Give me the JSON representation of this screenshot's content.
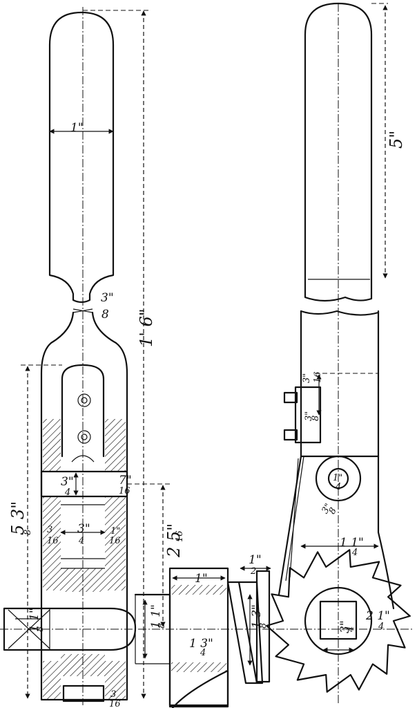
{
  "labels": {
    "handle_width": "1\"",
    "neck_top": "3\"",
    "neck_bottom": "8",
    "overall_length": "1' 6\"",
    "handle_length": "5\"",
    "left_height": "5 3\"",
    "left_height_frac": "8",
    "slot_three_quarter": "3\"",
    "slot_three_quarter_den": "4",
    "slot_seven_sixteenth": "7\"",
    "slot_seven_sixteenth_den": "16",
    "side_thickness": "3\"",
    "side_thickness_den": "16",
    "inner_three_quarter": "3\"",
    "inner_three_quarter_den": "4",
    "vertical_offset": "2 5\"",
    "vertical_offset_den": "16",
    "pin_dia": "1 1\"",
    "pin_dia_den": "8",
    "sleeve_width": "1\"",
    "hub_dia": "1 1\"",
    "hub_dia_den": "8",
    "hub_length": "1 3\"",
    "hub_length_den": "4",
    "washer_half": "1\"",
    "washer_half_den": "2",
    "washer_dia": "1 3\"",
    "washer_dia_den": "8",
    "base_three_sixteenth": "3",
    "base_three_sixteenth_den": "16",
    "pawl_three_sixteenth": "3\"",
    "pawl_three_sixteenth_den": "16",
    "pawl_three_eighth": "3\"",
    "pawl_three_eighth_den": "8",
    "eye_dia": "1\"",
    "eye_dia_den": "4",
    "eye_offset": "3\"",
    "eye_offset_den": "8",
    "arm_width": "1 1\"",
    "arm_width_den": "4",
    "square_hole": "3\"",
    "square_hole_den": "4",
    "ratchet_dia": "2 1\"",
    "ratchet_dia_den": "4",
    "left_inner_a": "3",
    "left_inner_a_den": "16",
    "left_inner_b": "1\"",
    "left_inner_b_den": "16"
  }
}
